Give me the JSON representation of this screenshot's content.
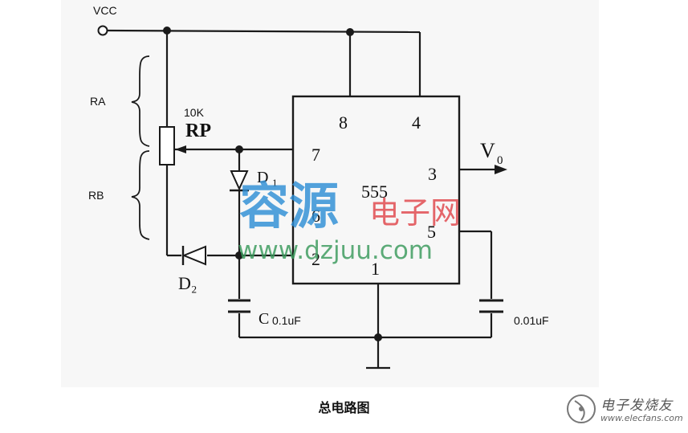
{
  "diagram": {
    "supply_label": "VCC",
    "ra_label": "RA",
    "rb_label": "RB",
    "pot_value": "10K",
    "pot_label": "RP",
    "diode1_label": "D",
    "diode1_sub": "1",
    "diode2_label": "D₂",
    "cap_label": "C",
    "cap_value": "0.1uF",
    "cap2_value": "0.01uF",
    "ic_label": "555",
    "output_label": "V",
    "output_sub": "0",
    "pins": {
      "p8": "8",
      "p4": "4",
      "p7": "7",
      "p3": "3",
      "p6": "6",
      "p5": "5",
      "p2": "2",
      "p1": "1"
    }
  },
  "watermark": {
    "cn_big": "容源",
    "cn_small": "电子网",
    "url": "www.dzjuu.com"
  },
  "caption": "总电路图",
  "logo": {
    "brand": "电子发烧友",
    "site": "www.elecfans.com"
  },
  "colors": {
    "line": "#1a1a1a",
    "panel": "#f7f7f7",
    "wm_blue": "#2f8fd6",
    "wm_red": "#e0464b",
    "wm_green": "#3a9a5c"
  }
}
